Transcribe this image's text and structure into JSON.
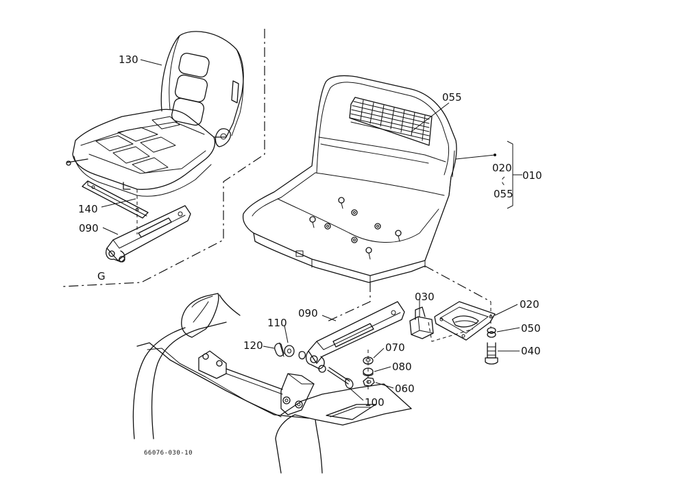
{
  "diagram": {
    "drawing_code": "66076-030-10",
    "group_label": "G",
    "callouts": [
      {
        "id": "130",
        "text": "130"
      },
      {
        "id": "140",
        "text": "140"
      },
      {
        "id": "090a",
        "text": "090"
      },
      {
        "id": "055a",
        "text": "055"
      },
      {
        "id": "020a",
        "text": "020"
      },
      {
        "id": "010",
        "text": "010"
      },
      {
        "id": "055b",
        "text": "055"
      },
      {
        "id": "030",
        "text": "030"
      },
      {
        "id": "020b",
        "text": "020"
      },
      {
        "id": "090b",
        "text": "090"
      },
      {
        "id": "110",
        "text": "110"
      },
      {
        "id": "120",
        "text": "120"
      },
      {
        "id": "070",
        "text": "070"
      },
      {
        "id": "080",
        "text": "080"
      },
      {
        "id": "060",
        "text": "060"
      },
      {
        "id": "050",
        "text": "050"
      },
      {
        "id": "040",
        "text": "040"
      },
      {
        "id": "100",
        "text": "100"
      }
    ]
  }
}
